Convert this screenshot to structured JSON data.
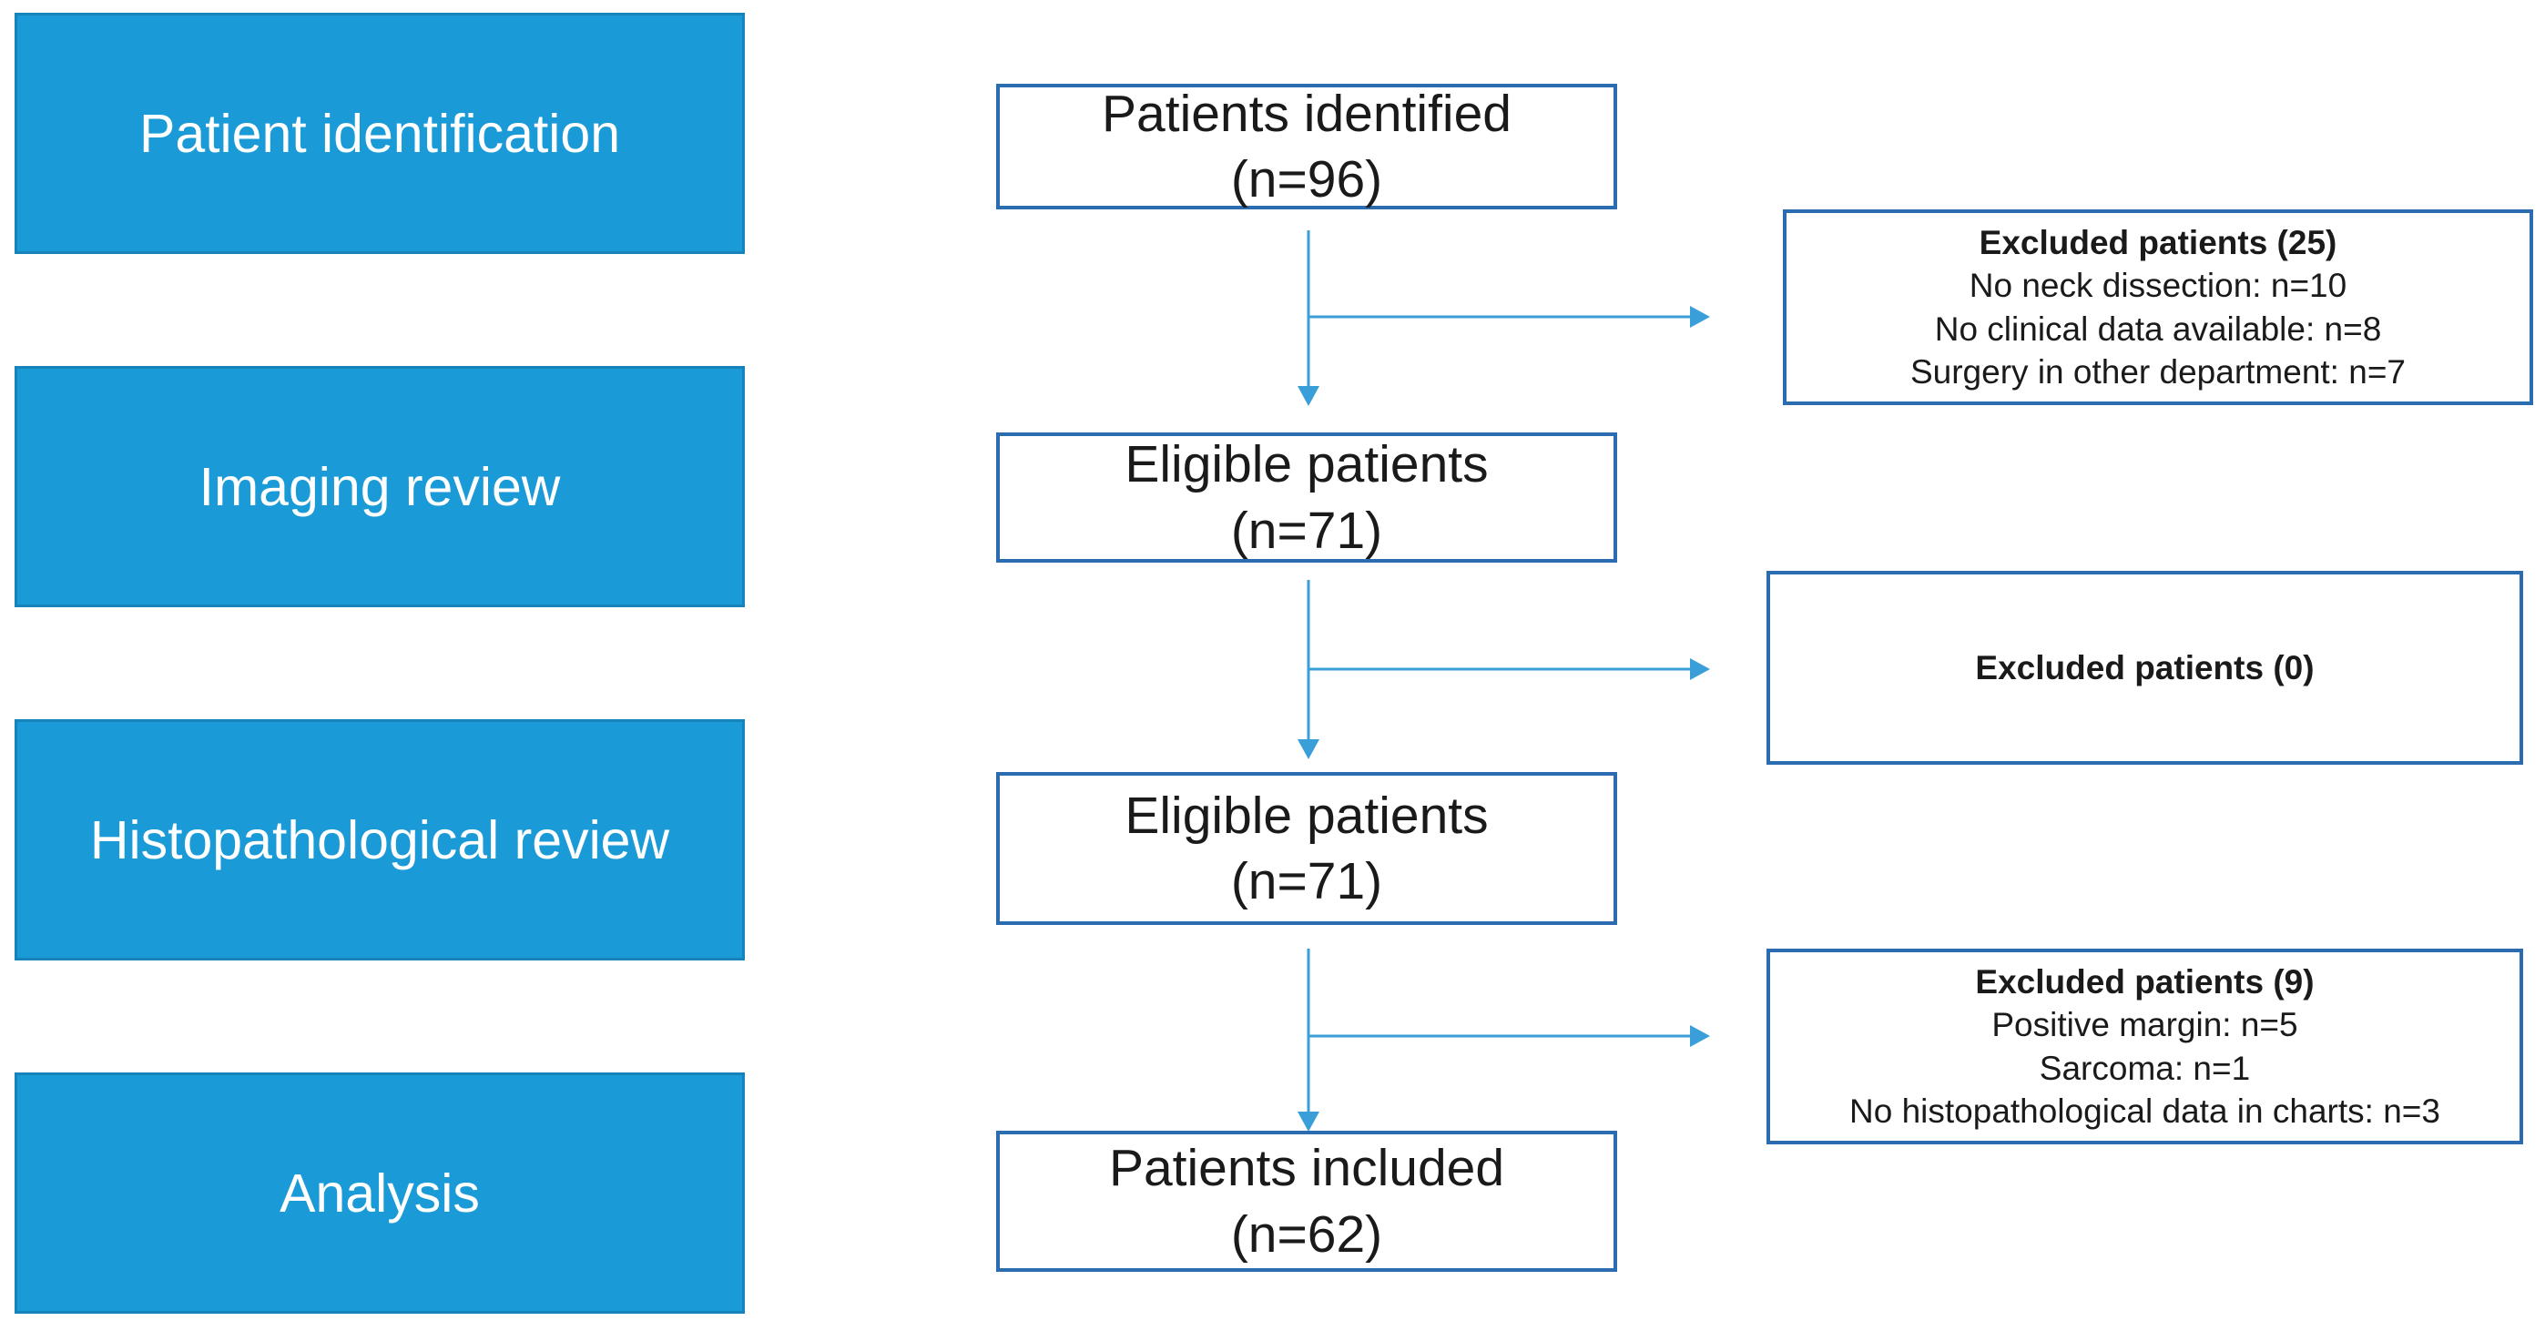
{
  "colors": {
    "stage_fill": "#1a9ad6",
    "stage_text": "#ffffff",
    "box_border": "#2b6cb0",
    "arrow": "#3a9fd9",
    "text": "#1a1a1a"
  },
  "stages": [
    {
      "label": "Patient identification"
    },
    {
      "label": "Imaging review"
    },
    {
      "label": "Histopathological review"
    },
    {
      "label": "Analysis"
    }
  ],
  "flow": [
    {
      "title": "Patients identified",
      "count": "(n=96)"
    },
    {
      "title": "Eligible patients",
      "count": "(n=71)"
    },
    {
      "title": "Eligible patients",
      "count": "(n=71)"
    },
    {
      "title": "Patients included",
      "count": "(n=62)"
    }
  ],
  "exclusions": [
    {
      "title": "Excluded patients (25)",
      "items": [
        "No neck dissection: n=10",
        "No clinical data available:  n=8",
        "Surgery in other department: n=7"
      ]
    },
    {
      "title": "Excluded patients (0)",
      "items": []
    },
    {
      "title": "Excluded patients (9)",
      "items": [
        "Positive margin:  n=5",
        "Sarcoma: n=1",
        "No histopathological data in charts:  n=3"
      ]
    }
  ]
}
